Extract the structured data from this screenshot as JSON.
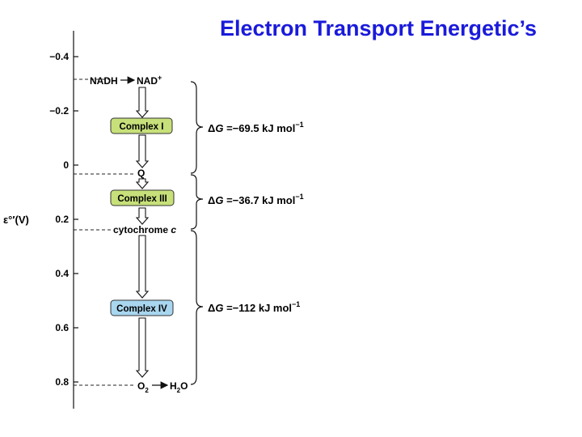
{
  "slide": {
    "title": "Electron Transport Energetic’s"
  },
  "axis": {
    "label_main": "ε°′",
    "label_unit": "(V)",
    "ticks": [
      {
        "text": "−0.4",
        "value": -0.4
      },
      {
        "text": "−0.2",
        "value": -0.2
      },
      {
        "text": "0",
        "value": 0
      },
      {
        "text": "0.2",
        "value": 0.2
      },
      {
        "text": "0.4",
        "value": 0.4
      },
      {
        "text": "0.6",
        "value": 0.6
      },
      {
        "text": "0.8",
        "value": 0.8
      }
    ]
  },
  "levels": {
    "nadh": {
      "text": "NADH",
      "value": -0.32
    },
    "nad": {
      "text": "NAD",
      "sup": "+"
    },
    "q": {
      "text": "Q",
      "value": 0.045
    },
    "cytc": {
      "text": "cytochrome ",
      "italic": "c",
      "value": 0.235
    },
    "o2": {
      "text": "O",
      "sub": "2",
      "value": 0.815
    },
    "h2o_h": "H",
    "h2o_sub": "2",
    "h2o_o": "O"
  },
  "complexes": [
    {
      "label": "Complex I",
      "color": "#c7e07a"
    },
    {
      "label": "Complex III",
      "color": "#c7e07a"
    },
    {
      "label": "Complex IV",
      "color": "#a9d6ef"
    }
  ],
  "energies": [
    {
      "delta": "Δ",
      "g": "G",
      "eq": " =−69.5 kJ  mol",
      "exp": "−1"
    },
    {
      "delta": "Δ",
      "g": "G",
      "eq": " =−36.7 kJ  mol",
      "exp": "−1"
    },
    {
      "delta": "Δ",
      "g": "G",
      "eq": " =−112 kJ  mol",
      "exp": "−1"
    }
  ]
}
